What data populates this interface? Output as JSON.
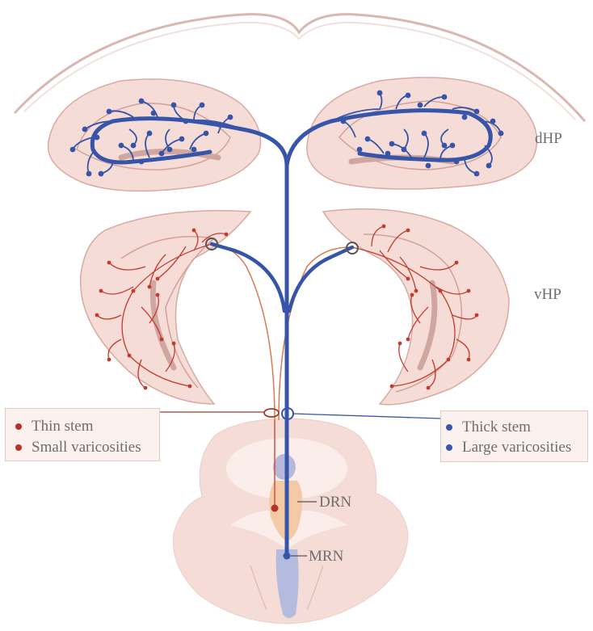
{
  "regions": {
    "dorsal_hippocampus": "dHP",
    "ventral_hippocampus": "vHP",
    "dorsal_raphe": "DRN",
    "median_raphe": "MRN"
  },
  "legend_left": {
    "items": [
      "Thin stem",
      "Small varicosities"
    ],
    "color": "#b8322c"
  },
  "legend_right": {
    "items": [
      "Thick stem",
      "Large varicosities"
    ],
    "color": "#3a56a8"
  },
  "colors": {
    "thick_fiber": "#3654a8",
    "thin_fiber": "#c23b2e",
    "tissue": "#f6dcd6",
    "tissue_outline": "#d9aaa2"
  }
}
